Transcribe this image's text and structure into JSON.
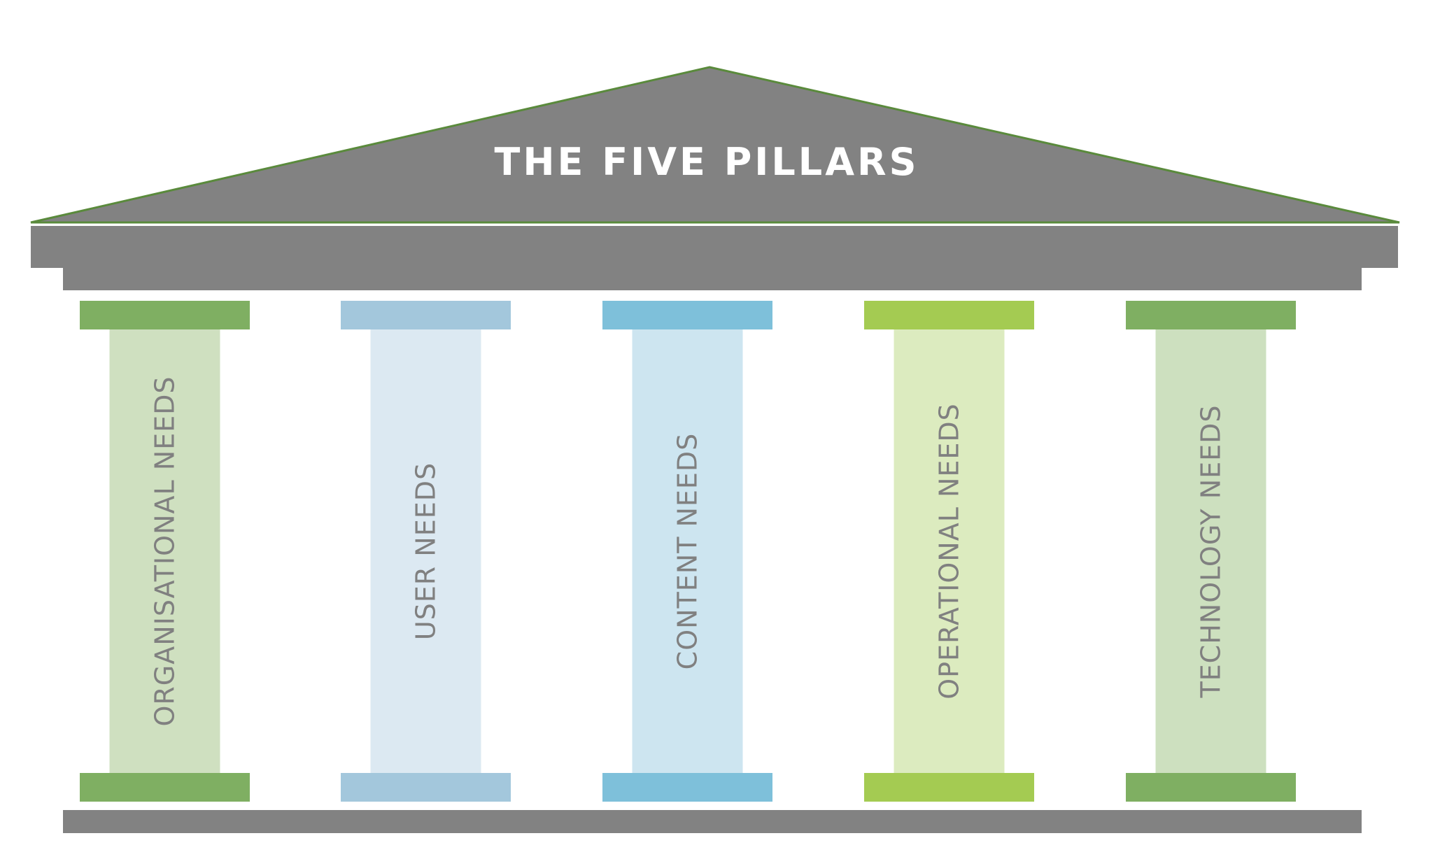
{
  "title": "THE FIVE PILLARS",
  "colors": {
    "roof": "#828282",
    "roof_outline": "#5a8a3c",
    "base": "#828282",
    "label": "#808080",
    "title_text": "#ffffff"
  },
  "pillars": [
    {
      "label": "ORGANISATIONAL NEEDS",
      "cap_color": "#7faf62",
      "shaft_color": "#cfe0c0"
    },
    {
      "label": "USER NEEDS",
      "cap_color": "#a3c7dc",
      "shaft_color": "#dce9f2"
    },
    {
      "label": "CONTENT NEEDS",
      "cap_color": "#7ec0da",
      "shaft_color": "#cde5f0"
    },
    {
      "label": "OPERATIONAL NEEDS",
      "cap_color": "#a4cb52",
      "shaft_color": "#dcebbf"
    },
    {
      "label": "TECHNOLOGY NEEDS",
      "cap_color": "#7faf62",
      "shaft_color": "#cde0bf"
    }
  ]
}
